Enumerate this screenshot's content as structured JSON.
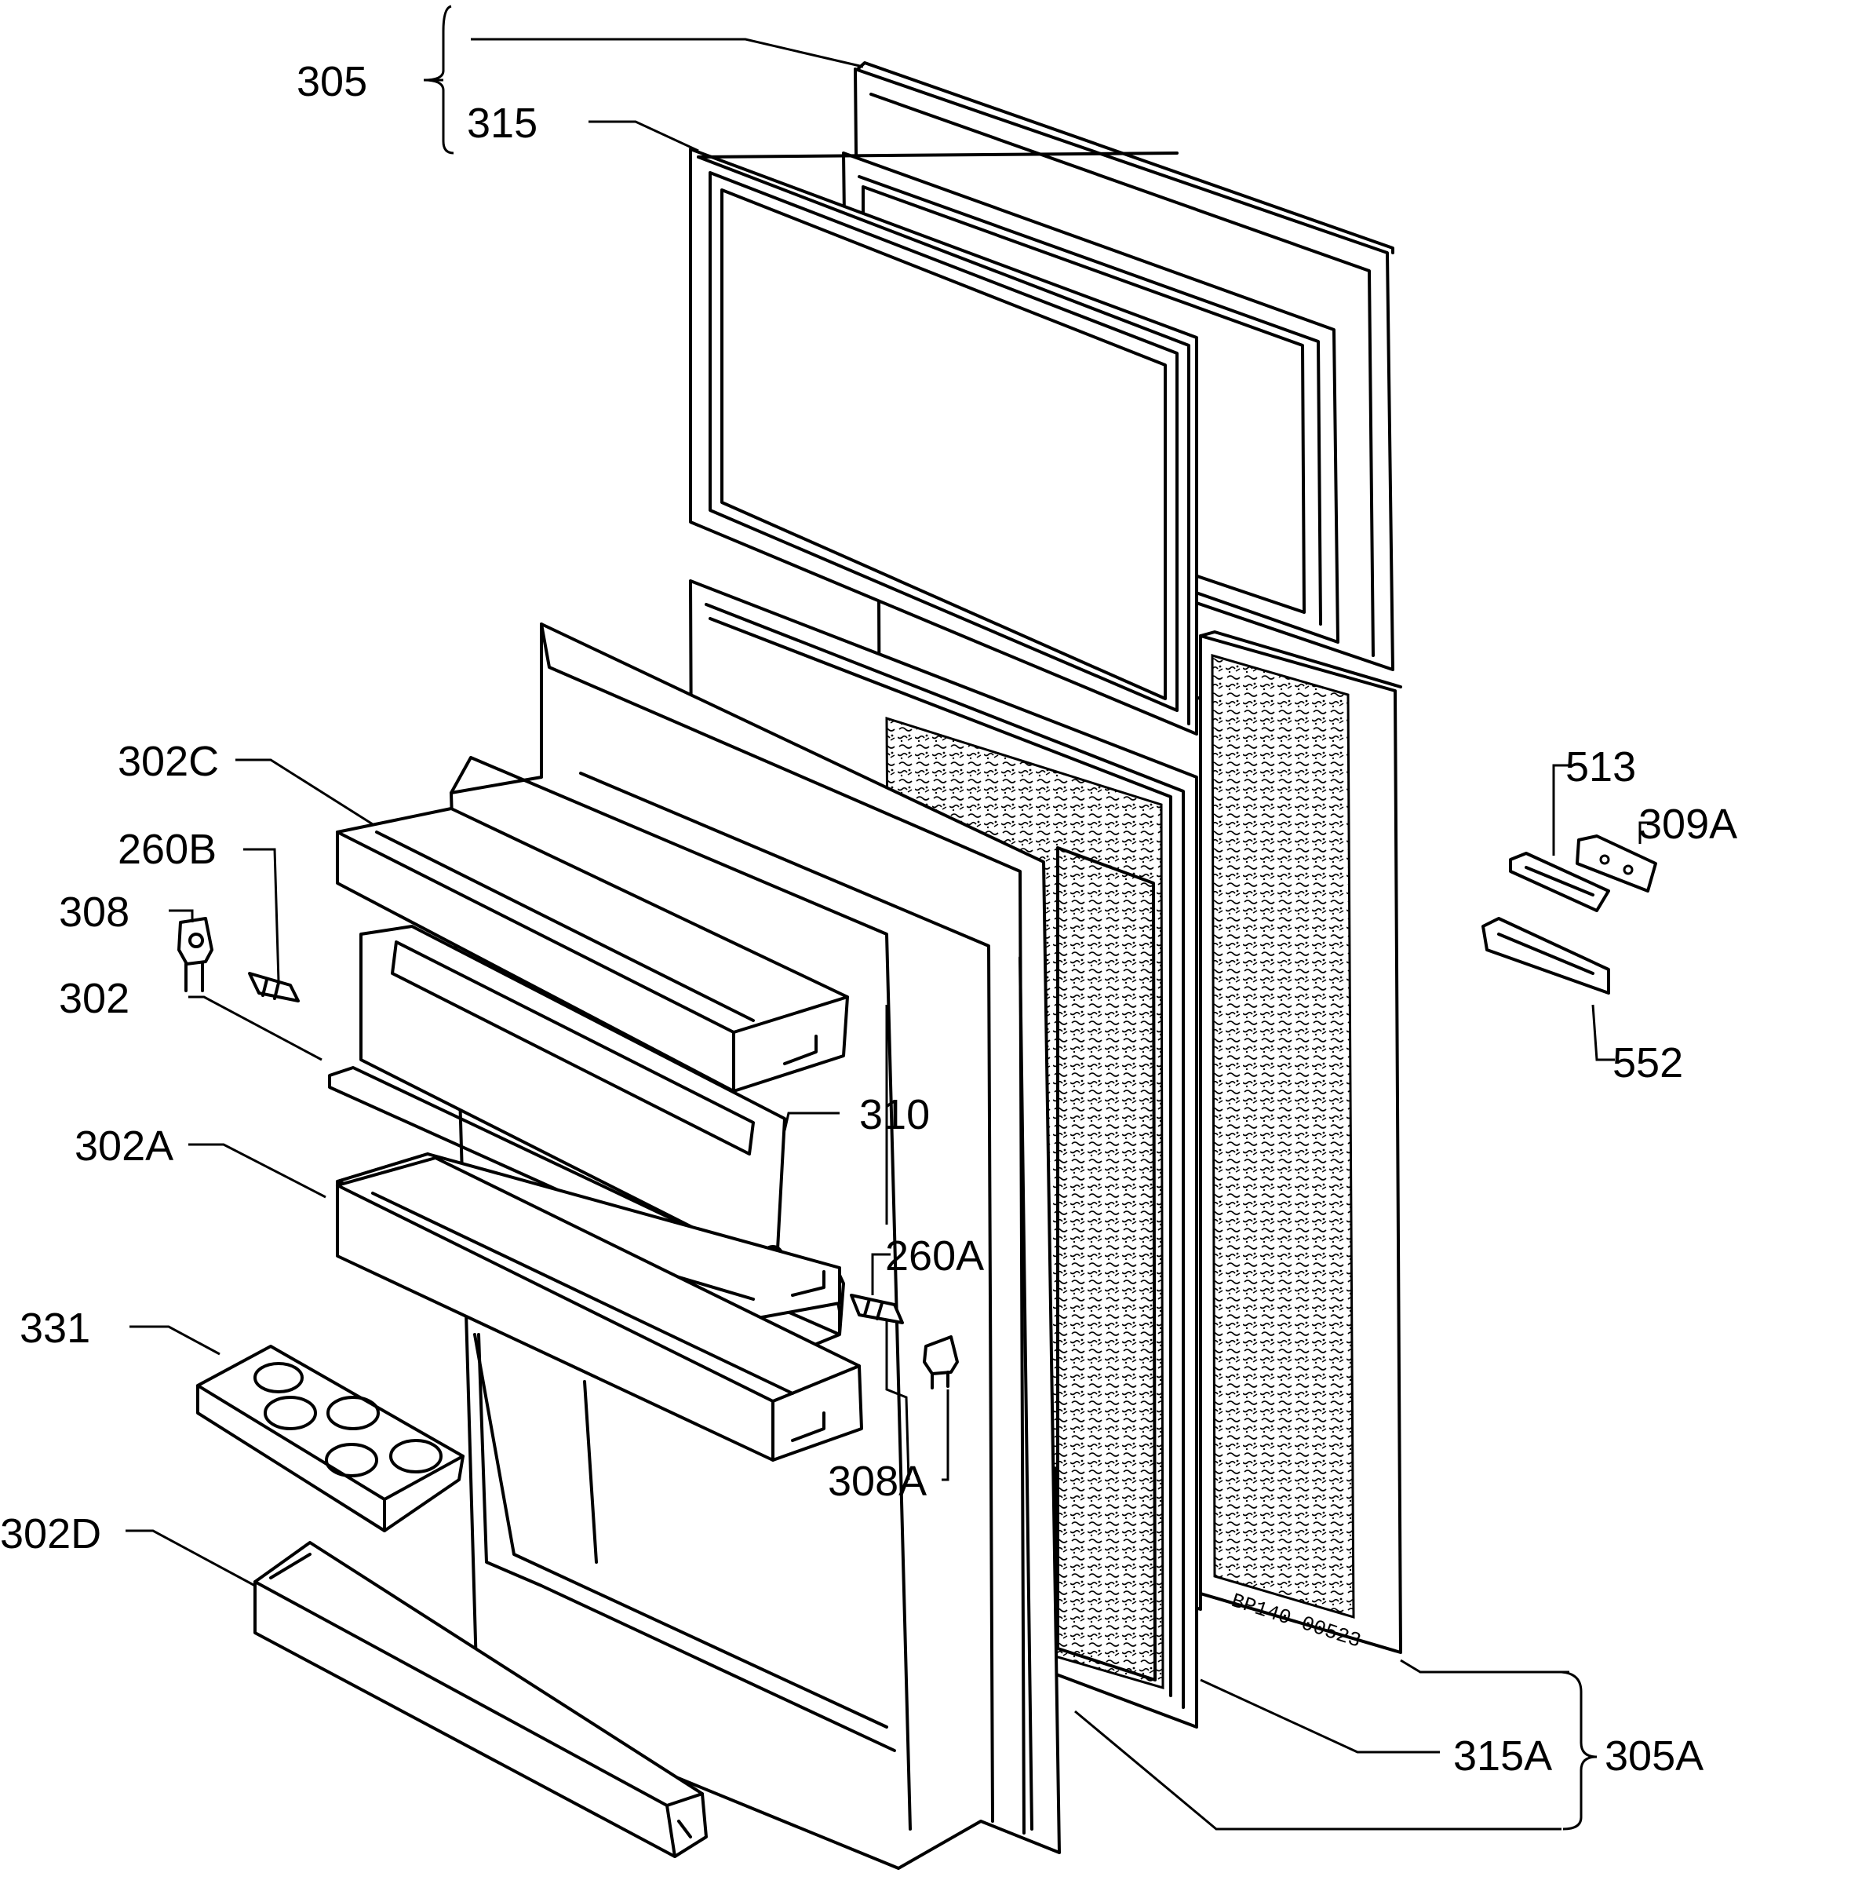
{
  "labels": {
    "p305": "305",
    "p315": "315",
    "p302c": "302C",
    "p260b": "260B",
    "p308": "308",
    "p302": "302",
    "p302a": "302A",
    "p331": "331",
    "p302d": "302D",
    "p310": "310",
    "p260a": "260A",
    "p308a": "308A",
    "p513": "513",
    "p309a": "309A",
    "p552": "552",
    "p315a": "315A",
    "p305a": "305A"
  },
  "stamp": "BP140-00523"
}
